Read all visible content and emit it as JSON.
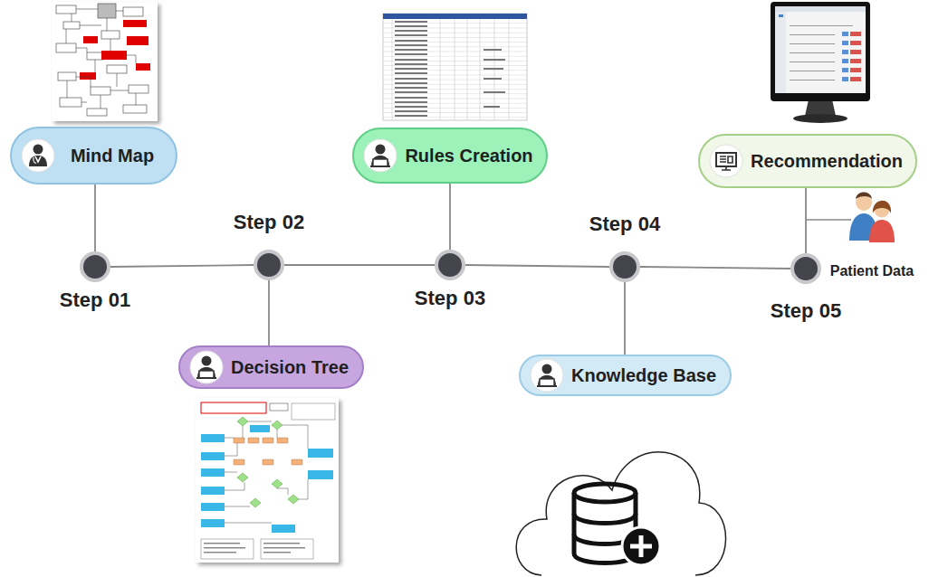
{
  "diagram": {
    "nodes": [
      {
        "text": [
          "Step 01"
        ]
      },
      {
        "text": [
          "Step 02"
        ]
      },
      {
        "text": [
          "Step 03"
        ]
      },
      {
        "text": [
          "Step 04"
        ]
      },
      {
        "text": [
          "Step 05"
        ]
      },
      {
        "text": [
          "Mind Map"
        ]
      },
      {
        "text": [
          "Decision Tree"
        ]
      },
      {
        "text": [
          "Rules Creation"
        ]
      },
      {
        "text": [
          "Knowledge Base"
        ]
      },
      {
        "text": [
          "Recommendation"
        ]
      }
    ],
    "edges": [
      {
        "from": 0,
        "to": 1,
        "arrow": "none"
      },
      {
        "from": 1,
        "to": 2,
        "arrow": "none"
      },
      {
        "from": 2,
        "to": 3,
        "arrow": "none"
      },
      {
        "from": 3,
        "to": 4,
        "arrow": "none"
      },
      {
        "from": 5,
        "to": 0,
        "arrow": "none"
      },
      {
        "from": 6,
        "to": 1,
        "arrow": "none"
      },
      {
        "from": 7,
        "to": 2,
        "arrow": "none"
      },
      {
        "from": 8,
        "to": 3,
        "arrow": "none"
      },
      {
        "from": 9,
        "to": 4,
        "arrow": "none"
      }
    ],
    "labels": [
      "Patient Data"
    ]
  }
}
